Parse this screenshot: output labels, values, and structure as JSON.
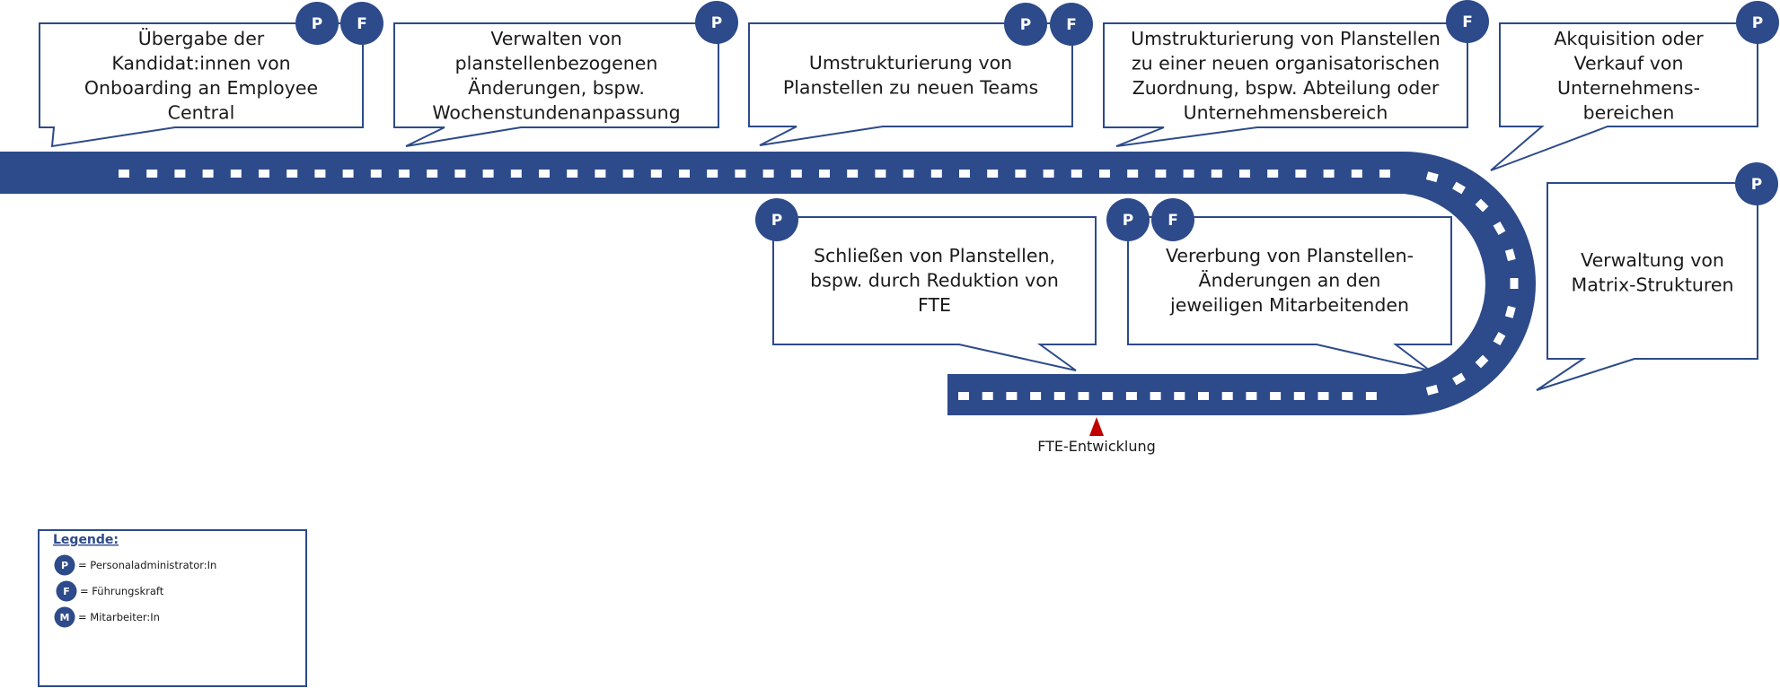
{
  "colors": {
    "road": "#2D4A8A",
    "badge": "#2D4A8A",
    "marker": "#C00000"
  },
  "callouts": [
    {
      "id": "uebergabe",
      "lines": [
        "Übergabe der",
        "Kandidat:innen von",
        "Onboarding an Employee",
        "Central"
      ],
      "badges": [
        "P",
        "F"
      ]
    },
    {
      "id": "verwalten",
      "lines": [
        "Verwalten von",
        "planstellenbezogenen",
        "Änderungen, bspw.",
        "Wochenstundenanpassung"
      ],
      "badges": [
        "P"
      ]
    },
    {
      "id": "umstrukturierung-teams",
      "lines": [
        "Umstrukturierung von",
        "Planstellen zu neuen Teams"
      ],
      "badges": [
        "P",
        "F"
      ]
    },
    {
      "id": "umstrukturierung-org",
      "lines": [
        "Umstrukturierung von Planstellen",
        "zu einer neuen organisatorischen",
        "Zuordnung, bspw. Abteilung oder",
        "Unternehmensbereich"
      ],
      "badges": [
        "F"
      ]
    },
    {
      "id": "akquisition",
      "lines": [
        "Akquisition oder",
        "Verkauf von",
        "Unternehmens-",
        "bereichen"
      ],
      "badges": [
        "P"
      ]
    },
    {
      "id": "matrix",
      "lines": [
        "Verwaltung von",
        "Matrix-Strukturen"
      ],
      "badges": [
        "P"
      ]
    },
    {
      "id": "schliessen",
      "lines": [
        "Schließen von Planstellen,",
        "bspw. durch Reduktion von",
        "FTE"
      ],
      "badges": [
        "P"
      ]
    },
    {
      "id": "vererbung",
      "lines": [
        "Vererbung von Planstellen-",
        "Änderungen an den",
        "jeweiligen Mitarbeitenden"
      ],
      "badges": [
        "P",
        "F"
      ]
    }
  ],
  "marker": {
    "label": "FTE-Entwicklung"
  },
  "legend": {
    "title": "Legende:",
    "items": [
      {
        "badge": "P",
        "label": "= Personaladministrator:In"
      },
      {
        "badge": "F",
        "label": "= Führungskraft"
      },
      {
        "badge": "M",
        "label": "= Mitarbeiter:In"
      }
    ]
  }
}
